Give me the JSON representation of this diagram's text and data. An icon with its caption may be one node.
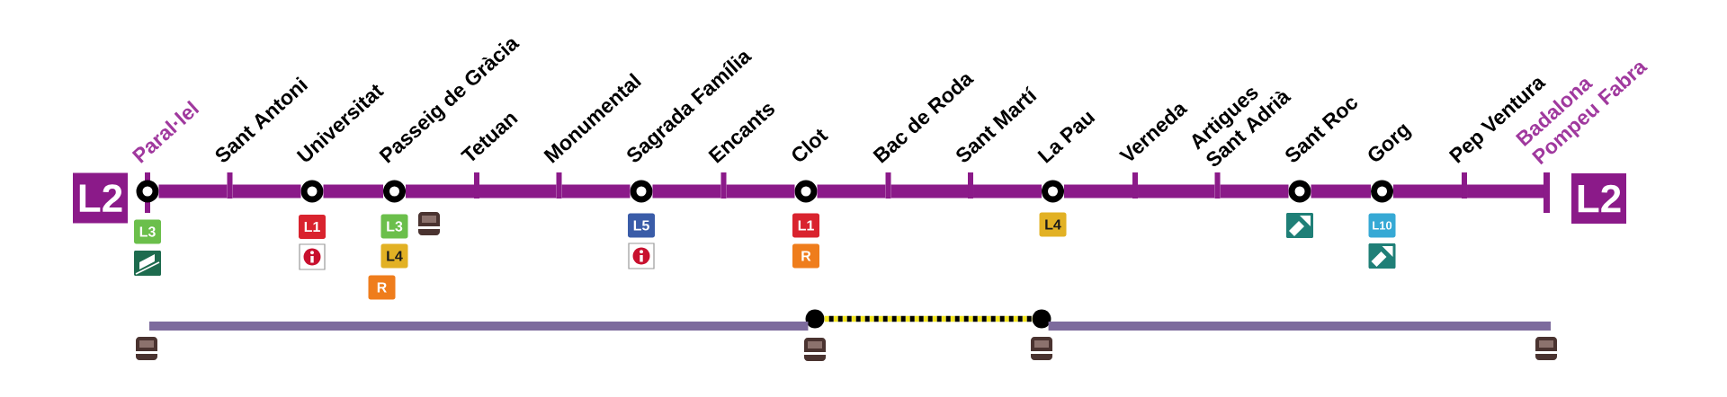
{
  "diagram": {
    "nodes": [
      {
        "text": [
          "L2"
        ]
      },
      {
        "text": [],
        "shape": "circle",
        "beside": [
          "Paral·lel"
        ]
      },
      {
        "text": [],
        "shape": "bar",
        "beside": [
          "Sant Antoni"
        ]
      },
      {
        "text": [],
        "shape": "circle",
        "beside": [
          "Universitat"
        ]
      },
      {
        "text": [],
        "shape": "circle",
        "beside": [
          "Passeig de Gràcia"
        ]
      },
      {
        "text": [],
        "shape": "bar",
        "beside": [
          "Tetuan"
        ]
      },
      {
        "text": [],
        "shape": "bar",
        "beside": [
          "Monumental"
        ]
      },
      {
        "text": [],
        "shape": "circle",
        "beside": [
          "Sagrada Família"
        ]
      },
      {
        "text": [],
        "shape": "bar",
        "beside": [
          "Encants"
        ]
      },
      {
        "text": [],
        "shape": "circle",
        "beside": [
          "Clot"
        ]
      },
      {
        "text": [],
        "shape": "bar",
        "beside": [
          "Bac de Roda"
        ]
      },
      {
        "text": [],
        "shape": "bar",
        "beside": [
          "Sant Martí"
        ]
      },
      {
        "text": [],
        "shape": "circle",
        "beside": [
          "La Pau"
        ]
      },
      {
        "text": [],
        "shape": "bar",
        "beside": [
          "Verneda"
        ]
      },
      {
        "text": [],
        "shape": "bar",
        "beside": [
          "Artigues Sant Adrià"
        ]
      },
      {
        "text": [],
        "shape": "circle",
        "beside": [
          "Sant Roc"
        ]
      },
      {
        "text": [],
        "shape": "circle",
        "beside": [
          "Gorg"
        ]
      },
      {
        "text": [],
        "shape": "bar",
        "beside": [
          "Pep Ventura"
        ]
      },
      {
        "text": [],
        "shape": "bar",
        "beside": [
          "Badalona Pompeu Fabra"
        ]
      },
      {
        "text": [
          "L2"
        ]
      },
      {
        "text": [
          "L3"
        ]
      },
      {
        "text": [
          "L1"
        ]
      },
      {
        "text": [
          "L3"
        ]
      },
      {
        "text": [
          "L4"
        ]
      },
      {
        "text": [
          "R"
        ]
      },
      {
        "text": [
          "L5"
        ]
      },
      {
        "text": [
          "L1"
        ]
      },
      {
        "text": [
          "R"
        ]
      },
      {
        "text": [
          "L4"
        ]
      },
      {
        "text": [
          "L10"
        ]
      },
      {
        "text": [],
        "shape": "circle"
      },
      {
        "text": [],
        "shape": "circle"
      }
    ],
    "edges": [
      {
        "from": 1,
        "to": 2,
        "arrow": "none"
      },
      {
        "from": 2,
        "to": 3,
        "arrow": "none"
      },
      {
        "from": 3,
        "to": 4,
        "arrow": "none"
      },
      {
        "from": 4,
        "to": 5,
        "arrow": "none"
      },
      {
        "from": 5,
        "to": 6,
        "arrow": "none"
      },
      {
        "from": 6,
        "to": 7,
        "arrow": "none"
      },
      {
        "from": 7,
        "to": 8,
        "arrow": "none"
      },
      {
        "from": 8,
        "to": 9,
        "arrow": "none"
      },
      {
        "from": 9,
        "to": 10,
        "arrow": "none"
      },
      {
        "from": 10,
        "to": 11,
        "arrow": "none"
      },
      {
        "from": 11,
        "to": 12,
        "arrow": "none"
      },
      {
        "from": 12,
        "to": 13,
        "arrow": "none"
      },
      {
        "from": 13,
        "to": 14,
        "arrow": "none"
      },
      {
        "from": 14,
        "to": 15,
        "arrow": "none"
      },
      {
        "from": 15,
        "to": 16,
        "arrow": "none"
      },
      {
        "from": 16,
        "to": 17,
        "arrow": "none"
      },
      {
        "from": 17,
        "to": 18,
        "arrow": "none"
      },
      {
        "from": null,
        "to": 30,
        "arrow": "none",
        "color": "#7d6b9d"
      },
      {
        "from": 30,
        "to": 31,
        "arrow": "none",
        "style": "dashed",
        "color": "#f2e51d"
      },
      {
        "from": 31,
        "to": null,
        "arrow": "none",
        "color": "#7d6b9d"
      }
    ]
  }
}
